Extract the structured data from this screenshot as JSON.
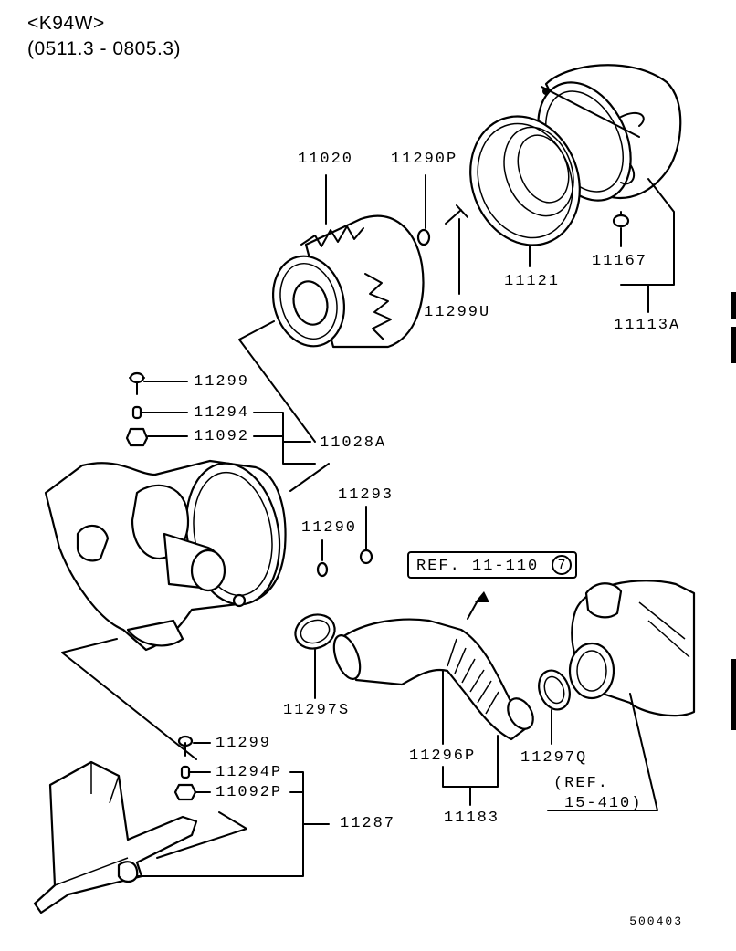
{
  "header": {
    "model": "<K94W>",
    "period": "(0511.3 - 0805.3)"
  },
  "parts": [
    {
      "id": "p11020",
      "label": "11020"
    },
    {
      "id": "p11290P",
      "label": "11290P"
    },
    {
      "id": "p11121",
      "label": "11121"
    },
    {
      "id": "p11167",
      "label": "11167"
    },
    {
      "id": "p11113A",
      "label": "11113A"
    },
    {
      "id": "p11299U",
      "label": "11299U"
    },
    {
      "id": "p11299a",
      "label": "11299"
    },
    {
      "id": "p11294",
      "label": "11294"
    },
    {
      "id": "p11092",
      "label": "11092"
    },
    {
      "id": "p11028A",
      "label": "11028A"
    },
    {
      "id": "p11293",
      "label": "11293"
    },
    {
      "id": "p11290",
      "label": "11290"
    },
    {
      "id": "p11297S",
      "label": "11297S"
    },
    {
      "id": "p11296P",
      "label": "11296P"
    },
    {
      "id": "p11297Q",
      "label": "11297Q"
    },
    {
      "id": "p11183",
      "label": "11183"
    },
    {
      "id": "p11299b",
      "label": "11299"
    },
    {
      "id": "p11294P",
      "label": "11294P"
    },
    {
      "id": "p11092P",
      "label": "11092P"
    },
    {
      "id": "p11287",
      "label": "11287"
    }
  ],
  "references": {
    "ref_box_text": "REF. 11-110",
    "ref_box_circle": "7",
    "ref2_line1": "(REF.",
    "ref2_line2": "15-410)"
  },
  "page_code": "500403"
}
